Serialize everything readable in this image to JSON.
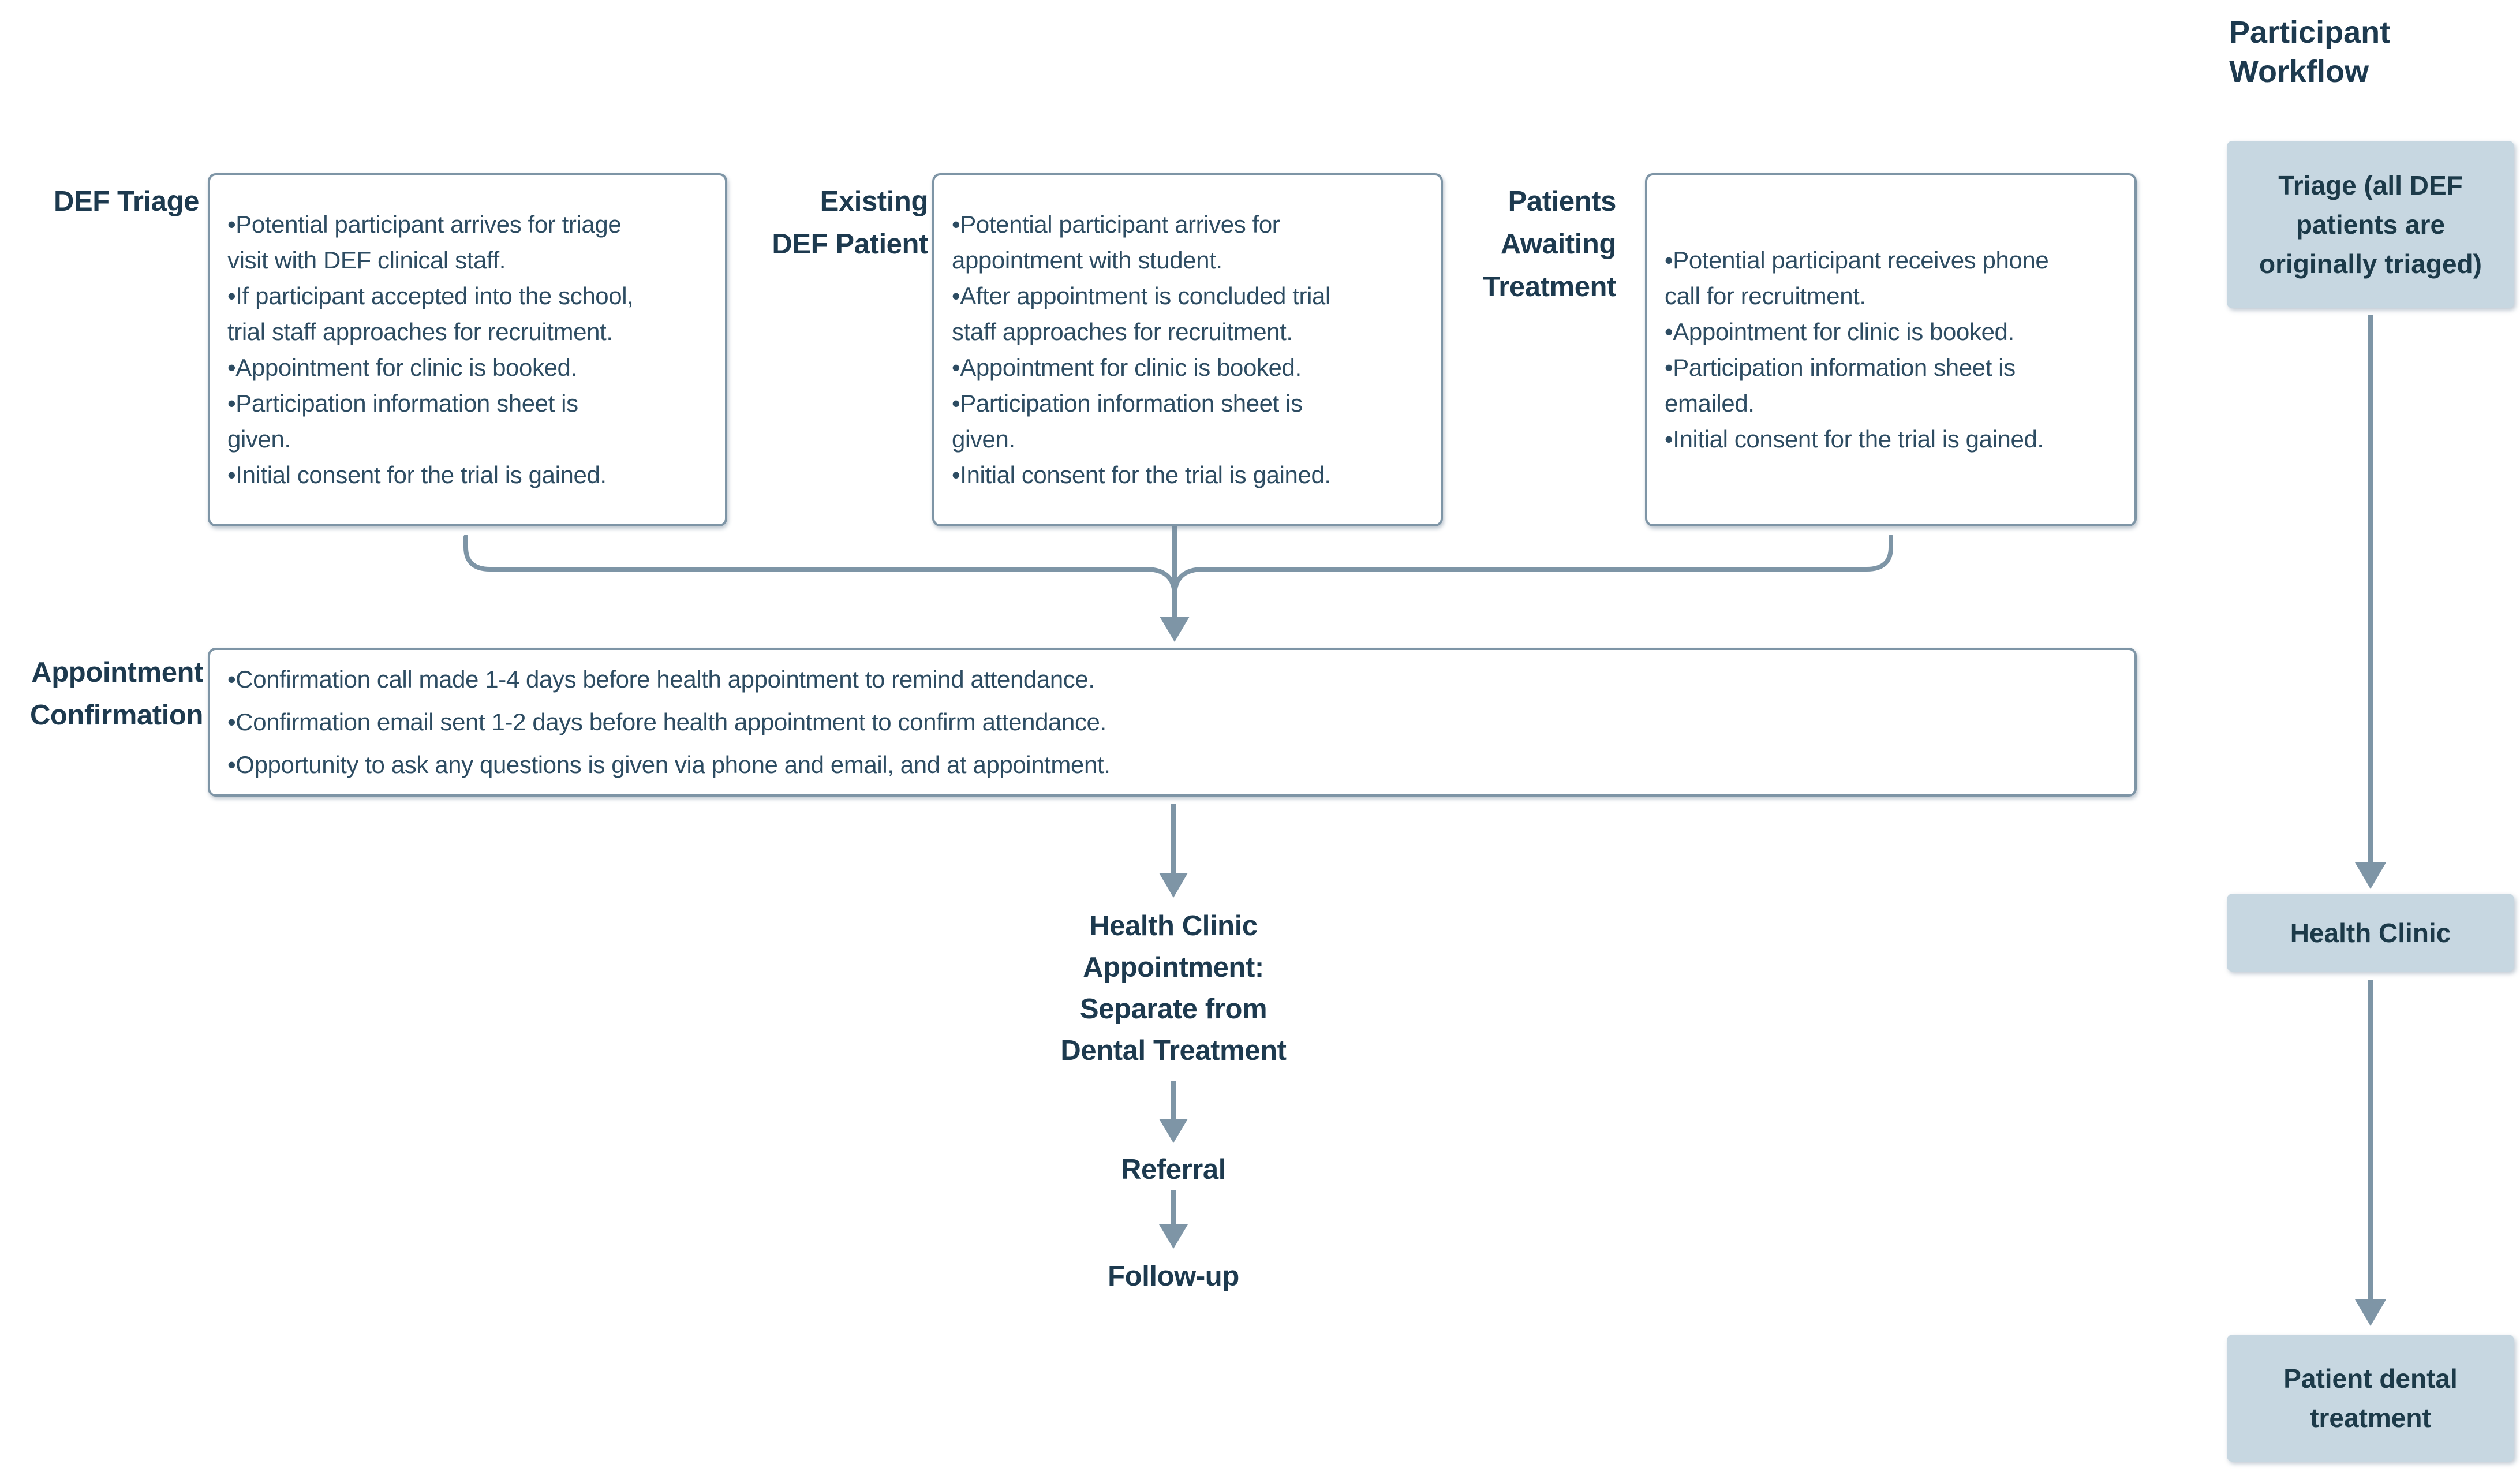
{
  "colors": {
    "line": "#7E95A6",
    "heading_text": "#1D3A4F",
    "body_text": "#2D4C62",
    "filled_box_bg": "#C7D7E1",
    "filled_box_text": "#1C3A49",
    "background": "#FFFFFF"
  },
  "diagram": {
    "top_row": [
      {
        "label": "DEF Triage",
        "text": "•Potential participant arrives for triage\nvisit with DEF clinical staff.\n•If participant accepted into the school,\ntrial staff approaches for recruitment.\n•Appointment for clinic is booked.\n•Participation information sheet is\ngiven.\n•Initial consent for the trial is gained."
      },
      {
        "label": "Existing\nDEF Patient",
        "text": "•Potential participant arrives for\nappointment with student.\n•After appointment is concluded trial\nstaff approaches for recruitment.\n•Appointment for clinic is booked.\n•Participation information sheet is\ngiven.\n•Initial consent for the trial is gained."
      },
      {
        "label": "Patients\nAwaiting\nTreatment",
        "text": "•Potential participant receives phone\ncall for recruitment.\n•Appointment for clinic is booked.\n•Participation information sheet is\nemailed.\n•Initial consent for the trial is gained."
      }
    ],
    "appointment_confirmation": {
      "label": "Appointment\nConfirmation",
      "text": "•Confirmation call made 1-4 days before health appointment to remind attendance.\n•Confirmation email sent 1-2 days before health appointment to confirm attendance.\n•Opportunity to ask any questions is given via phone and email, and at appointment."
    },
    "flow_steps": [
      "Health Clinic\nAppointment:\nSeparate from\nDental Treatment",
      "Referral",
      "Follow-up"
    ]
  },
  "sidebar": {
    "title": "Participant\nWorkflow",
    "steps": [
      "Triage (all DEF\npatients are\noriginally triaged)",
      "Health Clinic",
      "Patient dental\ntreatment"
    ]
  }
}
